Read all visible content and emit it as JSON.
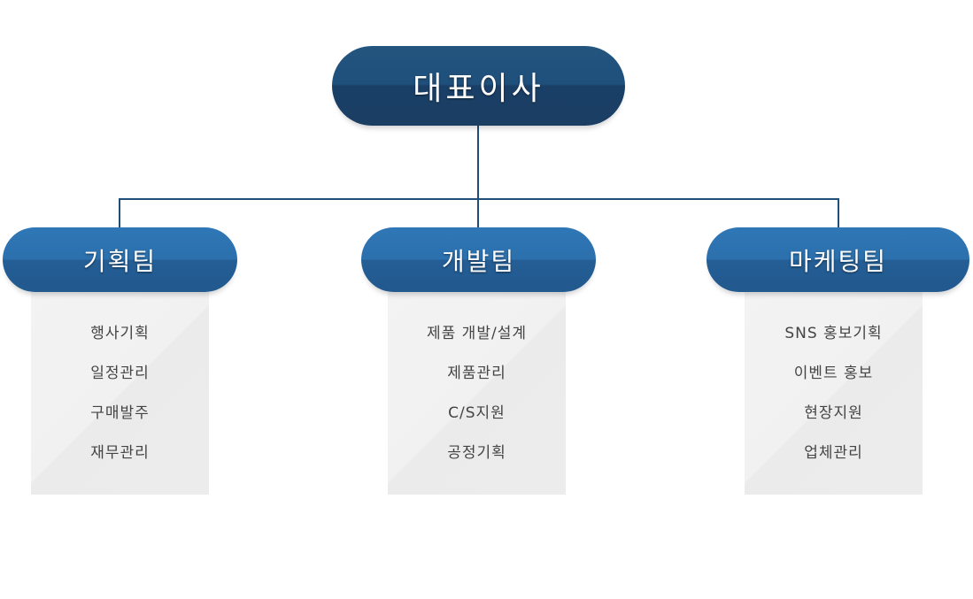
{
  "ceo": {
    "label": "대표이사"
  },
  "teams": [
    {
      "label": "기획팀",
      "items": [
        "행사기획",
        "일정관리",
        "구매발주",
        "재무관리"
      ]
    },
    {
      "label": "개발팀",
      "items": [
        "제품 개발/설계",
        "제품관리",
        "C/S지원",
        "공정기획"
      ]
    },
    {
      "label": "마케팅팀",
      "items": [
        "SNS 홍보기획",
        "이벤트 홍보",
        "현장지원",
        "업체관리"
      ]
    }
  ],
  "colors": {
    "ceo": "#1f4f7b",
    "team": "#2c70ad",
    "line": "#1f4e79",
    "box": "#efefef"
  }
}
